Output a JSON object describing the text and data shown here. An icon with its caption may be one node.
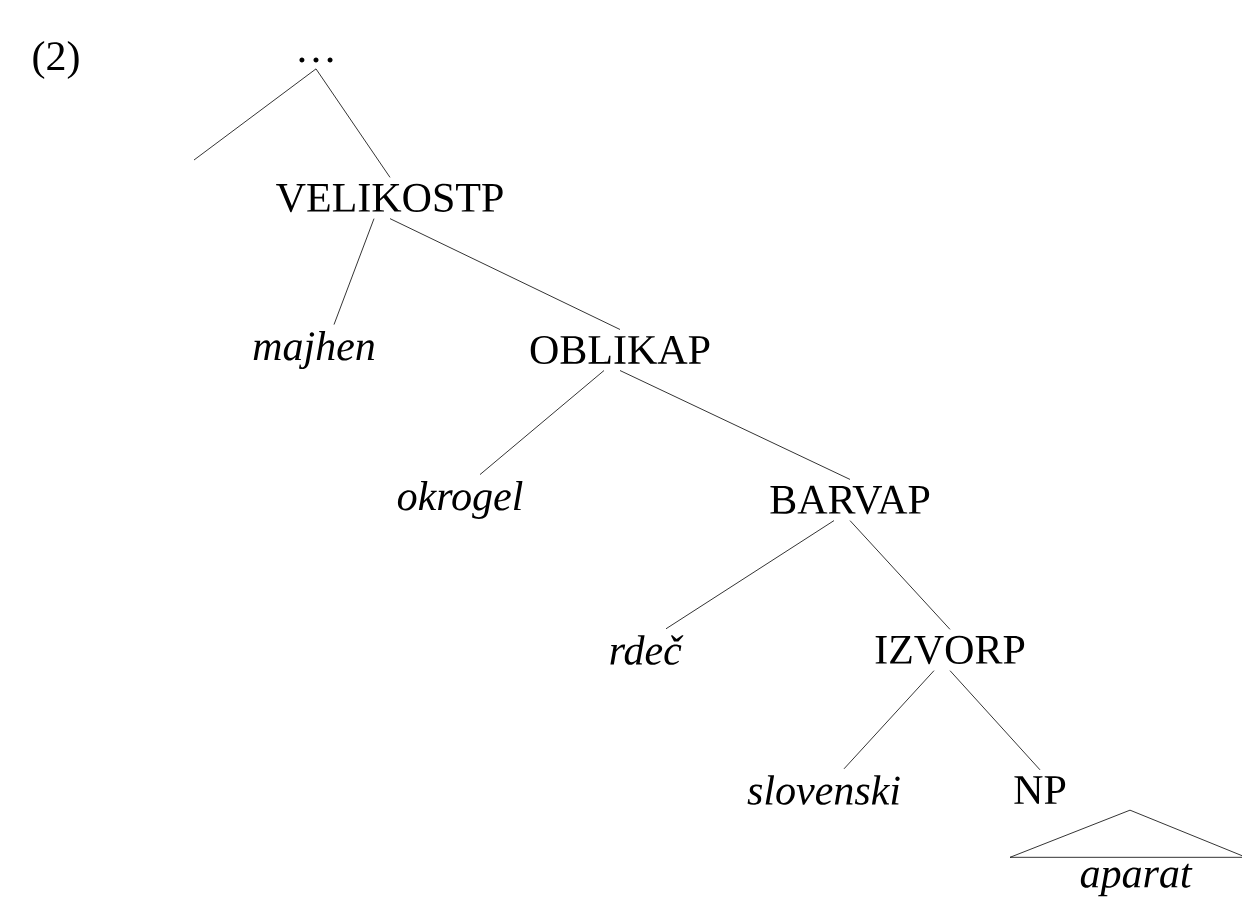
{
  "diagram": {
    "nodes": [
      {
        "text": [
          "…"
        ]
      },
      {
        "text": [
          "VELIKOSTP"
        ]
      },
      {
        "text": [
          "*majhen*"
        ]
      },
      {
        "text": [
          "OBLIKAP"
        ]
      },
      {
        "text": [
          "*okrogel*"
        ]
      },
      {
        "text": [
          "BARVAP"
        ]
      },
      {
        "text": [
          "*rdeč*"
        ]
      },
      {
        "text": [
          "IZVORP"
        ]
      },
      {
        "text": [
          "*slovenski*"
        ]
      },
      {
        "text": [
          "NP"
        ]
      },
      {
        "text": [
          "*aparat*"
        ]
      }
    ],
    "edges": [
      {
        "from": 0,
        "to": null,
        "arrow": "none"
      },
      {
        "from": 0,
        "to": 1,
        "arrow": "none"
      },
      {
        "from": 1,
        "to": 2,
        "arrow": "none"
      },
      {
        "from": 1,
        "to": 3,
        "arrow": "none"
      },
      {
        "from": 3,
        "to": 4,
        "arrow": "none"
      },
      {
        "from": 3,
        "to": 5,
        "arrow": "none"
      },
      {
        "from": 5,
        "to": 6,
        "arrow": "none"
      },
      {
        "from": 5,
        "to": 7,
        "arrow": "none"
      },
      {
        "from": 7,
        "to": 8,
        "arrow": "none"
      },
      {
        "from": 7,
        "to": 9,
        "arrow": "none"
      },
      {
        "from": 9,
        "to": 10,
        "arrow": "none"
      }
    ],
    "labels": [
      "(2)"
    ]
  }
}
